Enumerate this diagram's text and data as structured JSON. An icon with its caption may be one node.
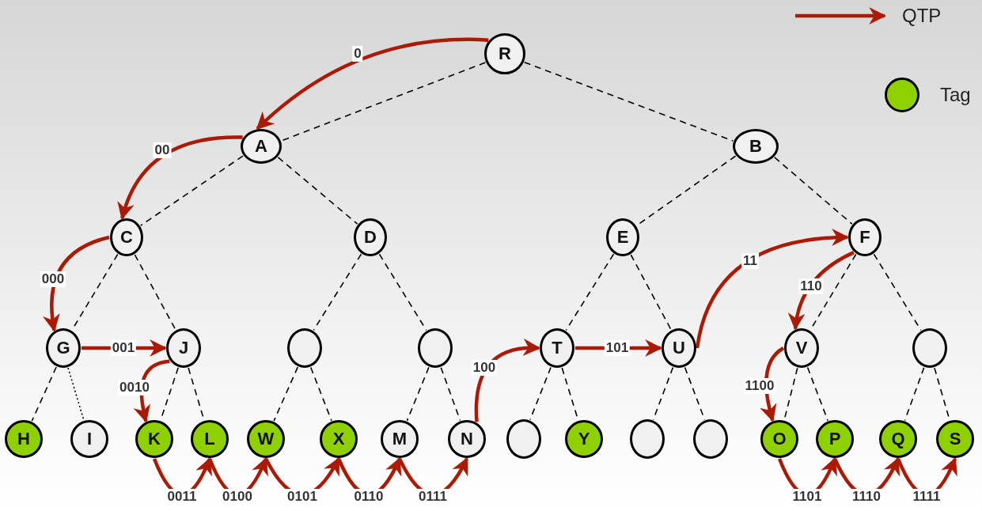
{
  "diagram": {
    "nodes": [
      {
        "text": [
          "R"
        ]
      },
      {
        "text": [
          "A"
        ]
      },
      {
        "text": [
          "B"
        ]
      },
      {
        "text": [
          "C"
        ]
      },
      {
        "text": [
          "D"
        ]
      },
      {
        "text": [
          "E"
        ]
      },
      {
        "text": [
          "F"
        ]
      },
      {
        "text": [
          "G"
        ]
      },
      {
        "text": [
          "J"
        ]
      },
      {
        "text": [],
        "shape": "circle"
      },
      {
        "text": [],
        "shape": "circle"
      },
      {
        "text": [
          "T"
        ]
      },
      {
        "text": [
          "U"
        ]
      },
      {
        "text": [
          "V"
        ]
      },
      {
        "text": [],
        "shape": "circle"
      },
      {
        "text": [
          "H"
        ]
      },
      {
        "text": [
          "I"
        ]
      },
      {
        "text": [
          "K"
        ]
      },
      {
        "text": [
          "L"
        ]
      },
      {
        "text": [
          "W"
        ]
      },
      {
        "text": [
          "X"
        ]
      },
      {
        "text": [
          "M"
        ]
      },
      {
        "text": [
          "N"
        ]
      },
      {
        "text": [],
        "shape": "circle"
      },
      {
        "text": [
          "Y"
        ]
      },
      {
        "text": [],
        "shape": "circle"
      },
      {
        "text": [],
        "shape": "circle"
      },
      {
        "text": [
          "O"
        ]
      },
      {
        "text": [
          "P"
        ]
      },
      {
        "text": [
          "Q"
        ]
      },
      {
        "text": [
          "S"
        ]
      }
    ],
    "edges": [
      {
        "from": 0,
        "to": 1,
        "arrow": "none",
        "style": "dashed"
      },
      {
        "from": 0,
        "to": 2,
        "arrow": "none",
        "style": "dashed"
      },
      {
        "from": 1,
        "to": 3,
        "arrow": "none",
        "style": "dashed"
      },
      {
        "from": 1,
        "to": 4,
        "arrow": "none",
        "style": "dashed"
      },
      {
        "from": 2,
        "to": 5,
        "arrow": "none",
        "style": "dashed"
      },
      {
        "from": 2,
        "to": 6,
        "arrow": "none",
        "style": "dashed"
      },
      {
        "from": 3,
        "to": 7,
        "arrow": "none",
        "style": "dashed"
      },
      {
        "from": 3,
        "to": 8,
        "arrow": "none",
        "style": "dashed"
      },
      {
        "from": 4,
        "to": 9,
        "arrow": "none",
        "style": "dashed"
      },
      {
        "from": 4,
        "to": 10,
        "arrow": "none",
        "style": "dashed"
      },
      {
        "from": 5,
        "to": 11,
        "arrow": "none",
        "style": "dashed"
      },
      {
        "from": 5,
        "to": 12,
        "arrow": "none",
        "style": "dashed"
      },
      {
        "from": 6,
        "to": 13,
        "arrow": "none",
        "style": "dashed"
      },
      {
        "from": 6,
        "to": 14,
        "arrow": "none",
        "style": "dashed"
      },
      {
        "from": 7,
        "to": 15,
        "arrow": "none",
        "style": "dashed"
      },
      {
        "from": 7,
        "to": 16,
        "arrow": "none",
        "style": "dashed"
      },
      {
        "from": 8,
        "to": 17,
        "arrow": "none",
        "style": "dashed"
      },
      {
        "from": 8,
        "to": 18,
        "arrow": "none",
        "style": "dashed"
      },
      {
        "from": 9,
        "to": 19,
        "arrow": "none",
        "style": "dashed"
      },
      {
        "from": 9,
        "to": 20,
        "arrow": "none",
        "style": "dashed"
      },
      {
        "from": 10,
        "to": 21,
        "arrow": "none",
        "style": "dashed"
      },
      {
        "from": 10,
        "to": 22,
        "arrow": "none",
        "style": "dashed"
      },
      {
        "from": 11,
        "to": 23,
        "arrow": "none",
        "style": "dashed"
      },
      {
        "from": 11,
        "to": 24,
        "arrow": "none",
        "style": "dashed"
      },
      {
        "from": 12,
        "to": 25,
        "arrow": "none",
        "style": "dashed"
      },
      {
        "from": 12,
        "to": 26,
        "arrow": "none",
        "style": "dashed"
      },
      {
        "from": 13,
        "to": 27,
        "arrow": "none",
        "style": "dashed"
      },
      {
        "from": 13,
        "to": 28,
        "arrow": "none",
        "style": "dashed"
      },
      {
        "from": 14,
        "to": 29,
        "arrow": "none",
        "style": "dashed"
      },
      {
        "from": 14,
        "to": 30,
        "arrow": "none",
        "style": "dashed"
      },
      {
        "from": 0,
        "to": 1,
        "arrow": "to",
        "label": "0",
        "style": "thick",
        "color": "#aa1a05"
      },
      {
        "from": 1,
        "to": 3,
        "arrow": "to",
        "label": "00",
        "style": "thick",
        "color": "#aa1a05"
      },
      {
        "from": 3,
        "to": 7,
        "arrow": "to",
        "label": "000",
        "style": "thick",
        "color": "#aa1a05"
      },
      {
        "from": 7,
        "to": 8,
        "arrow": "to",
        "label": "001",
        "style": "thick",
        "color": "#aa1a05"
      },
      {
        "from": 8,
        "to": 17,
        "arrow": "to",
        "label": "0010",
        "style": "thick",
        "color": "#aa1a05"
      },
      {
        "from": 17,
        "to": 18,
        "arrow": "to",
        "label": "0011",
        "style": "thick",
        "color": "#aa1a05"
      },
      {
        "from": 18,
        "to": 19,
        "arrow": "to",
        "label": "0100",
        "style": "thick",
        "color": "#aa1a05"
      },
      {
        "from": 19,
        "to": 20,
        "arrow": "to",
        "label": "0101",
        "style": "thick",
        "color": "#aa1a05"
      },
      {
        "from": 20,
        "to": 21,
        "arrow": "to",
        "label": "0110",
        "style": "thick",
        "color": "#aa1a05"
      },
      {
        "from": 21,
        "to": 22,
        "arrow": "to",
        "label": "0111",
        "style": "thick",
        "color": "#aa1a05"
      },
      {
        "from": 22,
        "to": 11,
        "arrow": "to",
        "label": "100",
        "style": "thick",
        "color": "#aa1a05"
      },
      {
        "from": 11,
        "to": 12,
        "arrow": "to",
        "label": "101",
        "style": "thick",
        "color": "#aa1a05"
      },
      {
        "from": 12,
        "to": 6,
        "arrow": "to",
        "label": "11",
        "style": "thick",
        "color": "#aa1a05"
      },
      {
        "from": 6,
        "to": 13,
        "arrow": "to",
        "label": "110",
        "style": "thick",
        "color": "#aa1a05"
      },
      {
        "from": 13,
        "to": 27,
        "arrow": "to",
        "label": "1100",
        "style": "thick",
        "color": "#aa1a05"
      },
      {
        "from": 27,
        "to": 28,
        "arrow": "to",
        "label": "1101",
        "style": "thick",
        "color": "#aa1a05"
      },
      {
        "from": 28,
        "to": 29,
        "arrow": "to",
        "label": "1110",
        "style": "thick",
        "color": "#aa1a05"
      },
      {
        "from": 29,
        "to": 30,
        "arrow": "to",
        "label": "1111",
        "style": "thick",
        "color": "#aa1a05"
      }
    ],
    "legend": [
      {
        "text": "QTP"
      },
      {
        "text": "Tag",
        "color": "#8fd000"
      }
    ]
  }
}
